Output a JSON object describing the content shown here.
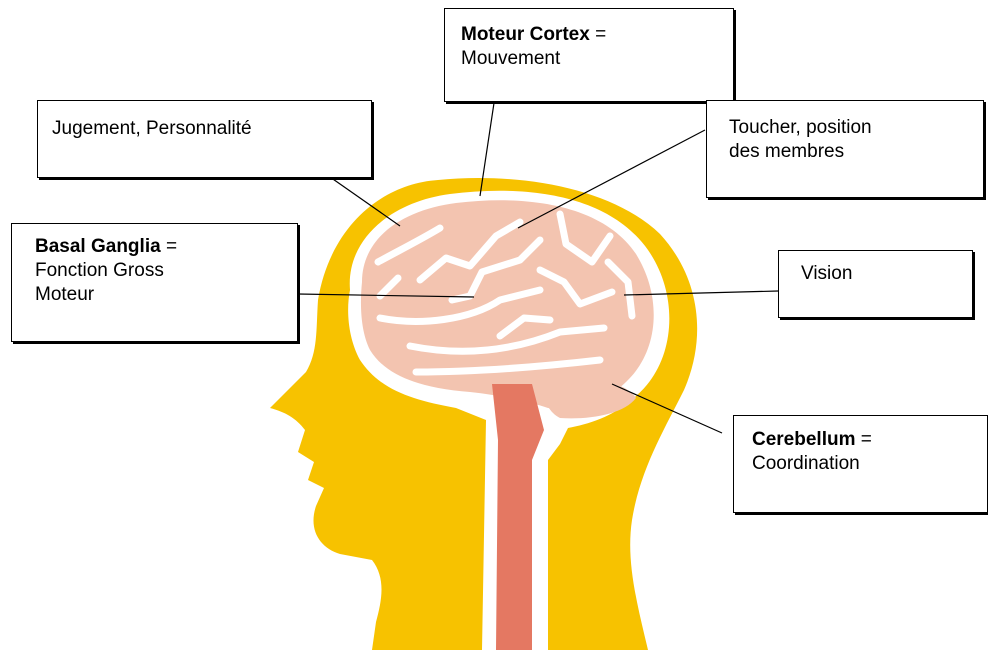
{
  "labels": {
    "motor_cortex": {
      "term": "Moteur Cortex",
      "sep": " =",
      "desc": "Mouvement"
    },
    "judgement": {
      "text": "Jugement, Personnalité"
    },
    "touch": {
      "line1": "Toucher, position",
      "line2": "des membres"
    },
    "basal_ganglia": {
      "term": "Basal Ganglia",
      "sep": " =",
      "desc1": "Fonction Gross",
      "desc2": "Moteur"
    },
    "vision": {
      "text": "Vision"
    },
    "cerebellum": {
      "term": "Cerebellum",
      "sep": " =",
      "desc": "Coordination"
    }
  },
  "colors": {
    "head": "#f7c200",
    "brain": "#f3c4b0",
    "brain_folds": "#ffffff",
    "spinal_cord": "#e47862",
    "outline": "#000000"
  }
}
